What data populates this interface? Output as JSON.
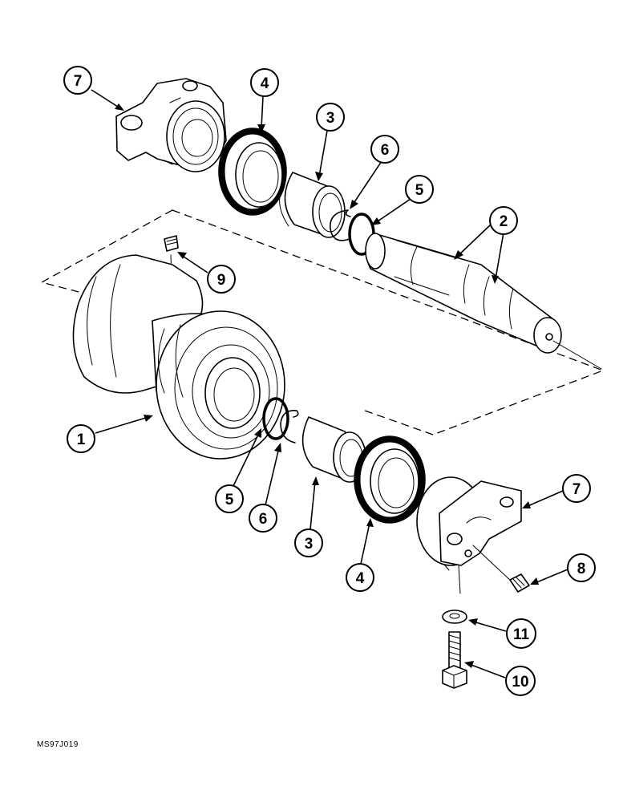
{
  "callouts": [
    {
      "id": "c7a",
      "label": "7"
    },
    {
      "id": "c4a",
      "label": "4"
    },
    {
      "id": "c3a",
      "label": "3"
    },
    {
      "id": "c6a",
      "label": "6"
    },
    {
      "id": "c5a",
      "label": "5"
    },
    {
      "id": "c2",
      "label": "2"
    },
    {
      "id": "c9",
      "label": "9"
    },
    {
      "id": "c1",
      "label": "1"
    },
    {
      "id": "c5b",
      "label": "5"
    },
    {
      "id": "c6b",
      "label": "6"
    },
    {
      "id": "c3b",
      "label": "3"
    },
    {
      "id": "c4b",
      "label": "4"
    },
    {
      "id": "c7b",
      "label": "7"
    },
    {
      "id": "c8",
      "label": "8"
    },
    {
      "id": "c11",
      "label": "11"
    },
    {
      "id": "c10",
      "label": "10"
    }
  ],
  "figure_code": "MS97J019"
}
